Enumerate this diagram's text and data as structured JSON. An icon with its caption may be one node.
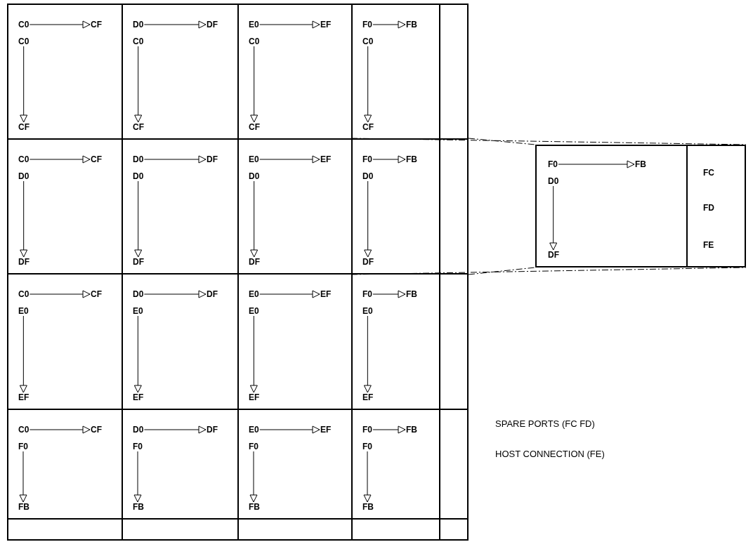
{
  "diagram": {
    "nodes": [
      {
        "text": [],
        "shape": "box"
      },
      {
        "text": [
          "C0"
        ],
        "in": 0
      },
      {
        "text": [
          "CF"
        ],
        "in": 0
      },
      {
        "text": [
          "C0"
        ],
        "in": 0
      },
      {
        "text": [
          "CF"
        ],
        "in": 0
      },
      {
        "text": [],
        "shape": "box"
      },
      {
        "text": [
          "D0"
        ],
        "in": 5
      },
      {
        "text": [
          "DF"
        ],
        "in": 5
      },
      {
        "text": [
          "C0"
        ],
        "in": 5
      },
      {
        "text": [
          "CF"
        ],
        "in": 5
      },
      {
        "text": [],
        "shape": "box"
      },
      {
        "text": [
          "E0"
        ],
        "in": 10
      },
      {
        "text": [
          "EF"
        ],
        "in": 10
      },
      {
        "text": [
          "C0"
        ],
        "in": 10
      },
      {
        "text": [
          "CF"
        ],
        "in": 10
      },
      {
        "text": [],
        "shape": "box"
      },
      {
        "text": [
          "F0"
        ],
        "in": 15
      },
      {
        "text": [
          "FB"
        ],
        "in": 15
      },
      {
        "text": [
          "C0"
        ],
        "in": 15
      },
      {
        "text": [
          "CF"
        ],
        "in": 15
      },
      {
        "text": [],
        "shape": "box"
      },
      {
        "text": [],
        "shape": "box"
      },
      {
        "text": [
          "C0"
        ],
        "in": 21
      },
      {
        "text": [
          "CF"
        ],
        "in": 21
      },
      {
        "text": [
          "D0"
        ],
        "in": 21
      },
      {
        "text": [
          "DF"
        ],
        "in": 21
      },
      {
        "text": [],
        "shape": "box"
      },
      {
        "text": [
          "D0"
        ],
        "in": 26
      },
      {
        "text": [
          "DF"
        ],
        "in": 26
      },
      {
        "text": [
          "D0"
        ],
        "in": 26
      },
      {
        "text": [
          "DF"
        ],
        "in": 26
      },
      {
        "text": [],
        "shape": "box"
      },
      {
        "text": [
          "E0"
        ],
        "in": 31
      },
      {
        "text": [
          "EF"
        ],
        "in": 31
      },
      {
        "text": [
          "D0"
        ],
        "in": 31
      },
      {
        "text": [
          "DF"
        ],
        "in": 31
      },
      {
        "text": [],
        "shape": "box"
      },
      {
        "text": [
          "F0"
        ],
        "in": 36
      },
      {
        "text": [
          "FB"
        ],
        "in": 36
      },
      {
        "text": [
          "D0"
        ],
        "in": 36
      },
      {
        "text": [
          "DF"
        ],
        "in": 36
      },
      {
        "text": [],
        "shape": "box"
      },
      {
        "text": [],
        "shape": "box"
      },
      {
        "text": [
          "C0"
        ],
        "in": 42
      },
      {
        "text": [
          "CF"
        ],
        "in": 42
      },
      {
        "text": [
          "E0"
        ],
        "in": 42
      },
      {
        "text": [
          "EF"
        ],
        "in": 42
      },
      {
        "text": [],
        "shape": "box"
      },
      {
        "text": [
          "D0"
        ],
        "in": 47
      },
      {
        "text": [
          "DF"
        ],
        "in": 47
      },
      {
        "text": [
          "E0"
        ],
        "in": 47
      },
      {
        "text": [
          "EF"
        ],
        "in": 47
      },
      {
        "text": [],
        "shape": "box"
      },
      {
        "text": [
          "E0"
        ],
        "in": 52
      },
      {
        "text": [
          "EF"
        ],
        "in": 52
      },
      {
        "text": [
          "E0"
        ],
        "in": 52
      },
      {
        "text": [
          "EF"
        ],
        "in": 52
      },
      {
        "text": [],
        "shape": "box"
      },
      {
        "text": [
          "F0"
        ],
        "in": 57
      },
      {
        "text": [
          "FB"
        ],
        "in": 57
      },
      {
        "text": [
          "E0"
        ],
        "in": 57
      },
      {
        "text": [
          "EF"
        ],
        "in": 57
      },
      {
        "text": [],
        "shape": "box"
      },
      {
        "text": [],
        "shape": "box"
      },
      {
        "text": [
          "C0"
        ],
        "in": 63
      },
      {
        "text": [
          "CF"
        ],
        "in": 63
      },
      {
        "text": [
          "F0"
        ],
        "in": 63
      },
      {
        "text": [
          "FB"
        ],
        "in": 63
      },
      {
        "text": [],
        "shape": "box"
      },
      {
        "text": [
          "D0"
        ],
        "in": 68
      },
      {
        "text": [
          "DF"
        ],
        "in": 68
      },
      {
        "text": [
          "F0"
        ],
        "in": 68
      },
      {
        "text": [
          "FB"
        ],
        "in": 68
      },
      {
        "text": [],
        "shape": "box"
      },
      {
        "text": [
          "E0"
        ],
        "in": 73
      },
      {
        "text": [
          "EF"
        ],
        "in": 73
      },
      {
        "text": [
          "F0"
        ],
        "in": 73
      },
      {
        "text": [
          "FB"
        ],
        "in": 73
      },
      {
        "text": [],
        "shape": "box"
      },
      {
        "text": [
          "F0"
        ],
        "in": 78
      },
      {
        "text": [
          "FB"
        ],
        "in": 78
      },
      {
        "text": [
          "F0"
        ],
        "in": 78
      },
      {
        "text": [
          "FB"
        ],
        "in": 78
      },
      {
        "text": [],
        "shape": "box"
      },
      {
        "text": [],
        "shape": "box"
      },
      {
        "text": [],
        "shape": "box"
      },
      {
        "text": [],
        "shape": "box"
      },
      {
        "text": [],
        "shape": "box"
      },
      {
        "text": [],
        "shape": "box"
      },
      {
        "text": [],
        "shape": "box"
      },
      {
        "text": [],
        "shape": "box",
        "in": 89
      },
      {
        "text": [
          "F0"
        ],
        "in": 90
      },
      {
        "text": [
          "FB"
        ],
        "in": 90
      },
      {
        "text": [
          "D0"
        ],
        "in": 90
      },
      {
        "text": [
          "DF"
        ],
        "in": 90
      },
      {
        "text": [
          "FC",
          "FD",
          "FE"
        ],
        "in": 89
      }
    ],
    "edges": [
      {
        "from": 1,
        "to": 2,
        "arrow": "to"
      },
      {
        "from": 3,
        "to": 4,
        "arrow": "to"
      },
      {
        "from": 6,
        "to": 7,
        "arrow": "to"
      },
      {
        "from": 8,
        "to": 9,
        "arrow": "to"
      },
      {
        "from": 11,
        "to": 12,
        "arrow": "to"
      },
      {
        "from": 13,
        "to": 14,
        "arrow": "to"
      },
      {
        "from": 16,
        "to": 17,
        "arrow": "to"
      },
      {
        "from": 18,
        "to": 19,
        "arrow": "to"
      },
      {
        "from": 22,
        "to": 23,
        "arrow": "to"
      },
      {
        "from": 24,
        "to": 25,
        "arrow": "to"
      },
      {
        "from": 27,
        "to": 28,
        "arrow": "to"
      },
      {
        "from": 29,
        "to": 30,
        "arrow": "to"
      },
      {
        "from": 32,
        "to": 33,
        "arrow": "to"
      },
      {
        "from": 34,
        "to": 35,
        "arrow": "to"
      },
      {
        "from": 37,
        "to": 38,
        "arrow": "to"
      },
      {
        "from": 39,
        "to": 40,
        "arrow": "to"
      },
      {
        "from": 43,
        "to": 44,
        "arrow": "to"
      },
      {
        "from": 45,
        "to": 46,
        "arrow": "to"
      },
      {
        "from": 48,
        "to": 49,
        "arrow": "to"
      },
      {
        "from": 50,
        "to": 51,
        "arrow": "to"
      },
      {
        "from": 53,
        "to": 54,
        "arrow": "to"
      },
      {
        "from": 55,
        "to": 56,
        "arrow": "to"
      },
      {
        "from": 58,
        "to": 59,
        "arrow": "to"
      },
      {
        "from": 60,
        "to": 61,
        "arrow": "to"
      },
      {
        "from": 64,
        "to": 65,
        "arrow": "to"
      },
      {
        "from": 66,
        "to": 67,
        "arrow": "to"
      },
      {
        "from": 69,
        "to": 70,
        "arrow": "to"
      },
      {
        "from": 71,
        "to": 72,
        "arrow": "to"
      },
      {
        "from": 74,
        "to": 75,
        "arrow": "to"
      },
      {
        "from": 76,
        "to": 77,
        "arrow": "to"
      },
      {
        "from": 79,
        "to": 80,
        "arrow": "to"
      },
      {
        "from": 81,
        "to": 82,
        "arrow": "to"
      },
      {
        "from": 91,
        "to": 92,
        "arrow": "to"
      },
      {
        "from": 93,
        "to": 94,
        "arrow": "to"
      },
      {
        "from": 36,
        "to": 95,
        "arrow": "none",
        "style": "dashed"
      },
      {
        "from": 41,
        "to": 90,
        "arrow": "none",
        "style": "dashed"
      },
      {
        "from": 36,
        "to": 95,
        "arrow": "none",
        "style": "dashed"
      },
      {
        "from": 41,
        "to": 90,
        "arrow": "none",
        "style": "dashed"
      }
    ],
    "labels": [
      "SPARE PORTS (FC FD)",
      "HOST CONNECTION (FE)"
    ]
  }
}
